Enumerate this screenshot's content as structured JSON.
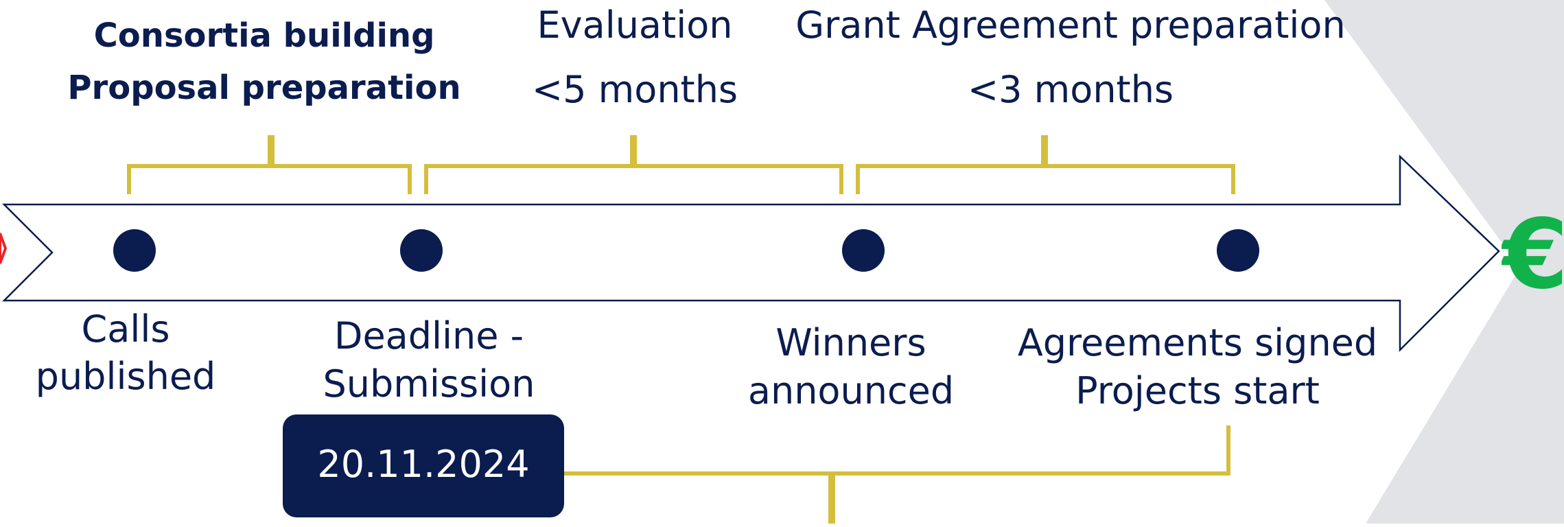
{
  "diagram": {
    "phases": [
      {
        "id": "proposal",
        "title_line1": "Consortia building",
        "title_line2": "Proposal preparation"
      },
      {
        "id": "evaluation",
        "title": "Evaluation",
        "duration": "<5 months"
      },
      {
        "id": "grant",
        "title": "Grant Agreement preparation",
        "duration": "<3 months"
      }
    ],
    "milestones": [
      {
        "id": "calls",
        "line1": "Calls",
        "line2": "published"
      },
      {
        "id": "deadline",
        "line1": "Deadline -",
        "line2": "Submission"
      },
      {
        "id": "winners",
        "line1": "Winners",
        "line2": "announced"
      },
      {
        "id": "agreements",
        "line1": "Agreements signed",
        "line2": "Projects start"
      }
    ],
    "deadline_date": "20.11.2024",
    "end_symbol": "€",
    "colors": {
      "navy": "#0b1c4f",
      "gold": "#d4be3c",
      "euro_green": "#12b24b",
      "chevron_grey": "#e2e3e6",
      "red_mark": "#e8262a"
    }
  }
}
